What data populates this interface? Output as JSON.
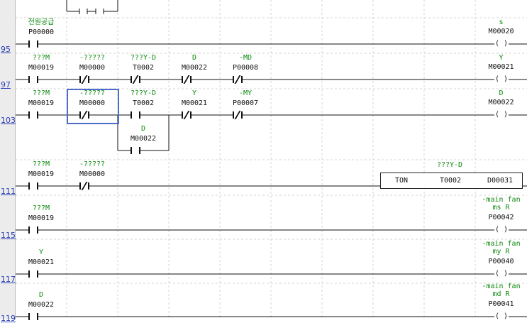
{
  "rung_numbers": [
    "95",
    "97",
    "103",
    "111",
    "115",
    "117",
    "119"
  ],
  "contacts": {
    "c95_1": {
      "comment": "전원공급",
      "device": "P00000",
      "type": "NO"
    },
    "c97_1": {
      "comment": "???M",
      "device": "M00019",
      "type": "NO"
    },
    "c97_2": {
      "comment": "-?????",
      "device": "M00000",
      "type": "NC"
    },
    "c97_3": {
      "comment": "???Y-D",
      "device": "T0002",
      "type": "NC"
    },
    "c97_4": {
      "comment": "D",
      "device": "M00022",
      "type": "NC"
    },
    "c97_5": {
      "comment": "-MD",
      "device": "P00008",
      "type": "NC"
    },
    "c103_1": {
      "comment": "???M",
      "device": "M00019",
      "type": "NO"
    },
    "c103_2": {
      "comment": "-?????",
      "device": "M00000",
      "type": "NC"
    },
    "c103_3": {
      "comment": "???Y-D",
      "device": "T0002",
      "type": "NO"
    },
    "c103_4": {
      "comment": "Y",
      "device": "M00021",
      "type": "NC"
    },
    "c103_5": {
      "comment": "-MY",
      "device": "P00007",
      "type": "NC"
    },
    "c103_b": {
      "comment": "D",
      "device": "M00022",
      "type": "NO"
    },
    "c111_1": {
      "comment": "???M",
      "device": "M00019",
      "type": "NO"
    },
    "c111_2": {
      "comment": "-?????",
      "device": "M00000",
      "type": "NC"
    },
    "c115_1": {
      "comment": "???M",
      "device": "M00019",
      "type": "NO"
    },
    "c117_1": {
      "comment": "Y",
      "device": "M00021",
      "type": "NO"
    },
    "c119_1": {
      "comment": "D",
      "device": "M00022",
      "type": "NO"
    }
  },
  "coils": {
    "o95": {
      "comment": "s",
      "device": "M00020"
    },
    "o97": {
      "comment": "Y",
      "device": "M00021"
    },
    "o103": {
      "comment": "D",
      "device": "M00022"
    },
    "o115": {
      "comment_l1": "-main fan",
      "comment_l2": "ms R",
      "device": "P00042"
    },
    "o117": {
      "comment_l1": "-main fan",
      "comment_l2": "my R",
      "device": "P00040"
    },
    "o119": {
      "comment_l1": "-main fan",
      "comment_l2": "md R",
      "device": "P00041"
    }
  },
  "timer_block": {
    "comment": "???Y-D",
    "instruction": "TON",
    "timer": "T0002",
    "preset": "D00031"
  },
  "colors": {
    "comment": "#0e8a0e",
    "device": "#111111",
    "rung_number": "#2b3fb5",
    "selection": "#4b6cc8",
    "gutter": "#ececec"
  }
}
